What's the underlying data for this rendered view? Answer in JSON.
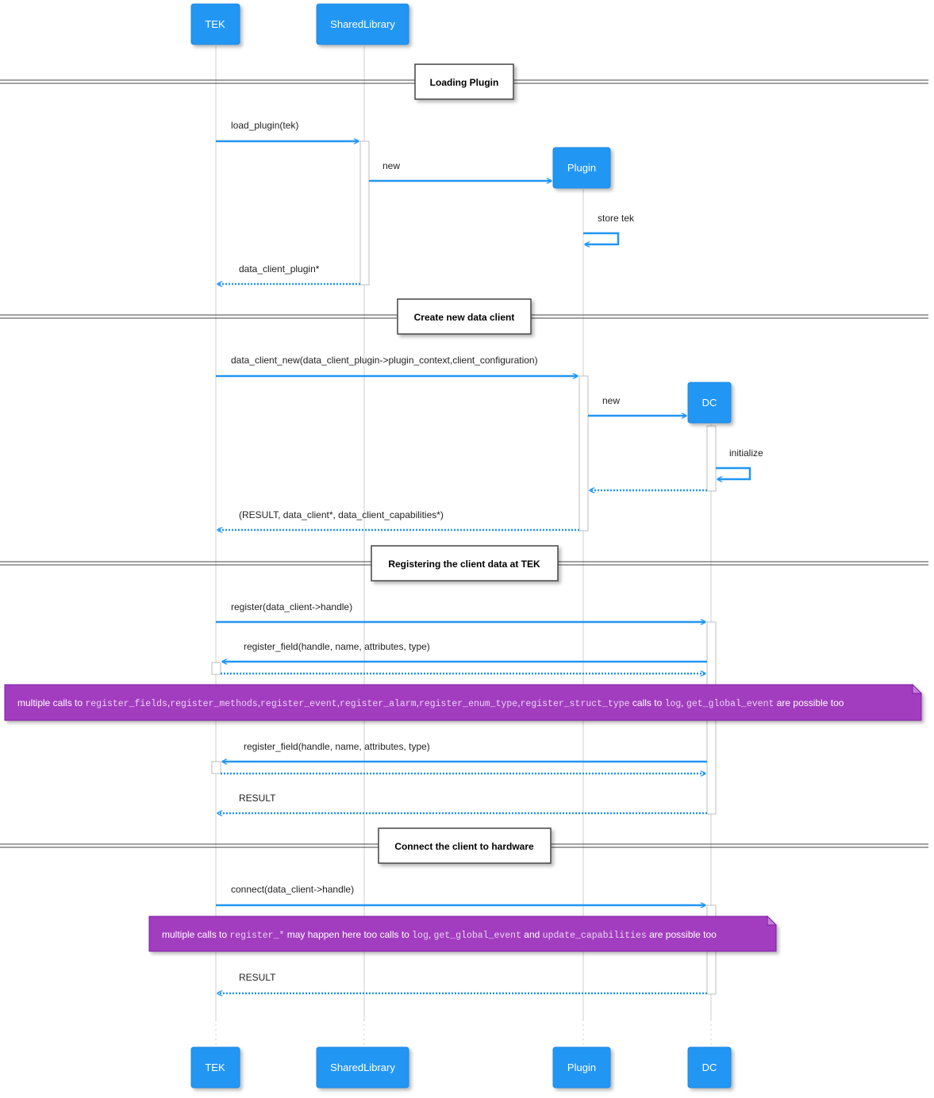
{
  "participants": [
    "TEK",
    "SharedLibrary",
    "Plugin",
    "DC"
  ],
  "dividers": [
    "Loading Plugin",
    "Create new data client",
    "Registering the client data at TEK",
    "Connect the client to hardware"
  ],
  "messages": [
    "load_plugin(tek)",
    "new",
    "store tek",
    "data_client_plugin*",
    "data_client_new(data_client_plugin->plugin_context,client_configuration)",
    "new",
    "initialize",
    "(RESULT, data_client*, data_client_capabilities*)",
    "register(data_client->handle)",
    "register_field(handle, name, attributes, type)",
    "register_field(handle, name, attributes, type)",
    "RESULT",
    "connect(data_client->handle)",
    "RESULT"
  ],
  "notes": [
    {
      "parts": [
        {
          "t": "multiple calls to ",
          "code": false
        },
        {
          "t": "register_fields",
          "code": true
        },
        {
          "t": ",",
          "code": false
        },
        {
          "t": "register_methods",
          "code": true
        },
        {
          "t": ",",
          "code": false
        },
        {
          "t": "register_event",
          "code": true
        },
        {
          "t": ",",
          "code": false
        },
        {
          "t": "register_alarm",
          "code": true
        },
        {
          "t": ",",
          "code": false
        },
        {
          "t": "register_enum_type",
          "code": true
        },
        {
          "t": ",",
          "code": false
        },
        {
          "t": "register_struct_type",
          "code": true
        },
        {
          "t": " calls to ",
          "code": false
        },
        {
          "t": "log",
          "code": true
        },
        {
          "t": ", ",
          "code": false
        },
        {
          "t": "get_global_event",
          "code": true
        },
        {
          "t": " are possible too",
          "code": false
        }
      ]
    },
    {
      "parts": [
        {
          "t": "multiple calls to ",
          "code": false
        },
        {
          "t": "register_*",
          "code": true
        },
        {
          "t": " may happen here too calls to ",
          "code": false
        },
        {
          "t": "log",
          "code": true
        },
        {
          "t": ", ",
          "code": false
        },
        {
          "t": "get_global_event",
          "code": true
        },
        {
          "t": " and ",
          "code": false
        },
        {
          "t": "update_capabilities",
          "code": true
        },
        {
          "t": " are possible too",
          "code": false
        }
      ]
    }
  ],
  "colors": {
    "participant": "#2196f3",
    "arrow": "#2196f3",
    "note": "#a23dbf",
    "divider_border": "#444444"
  }
}
